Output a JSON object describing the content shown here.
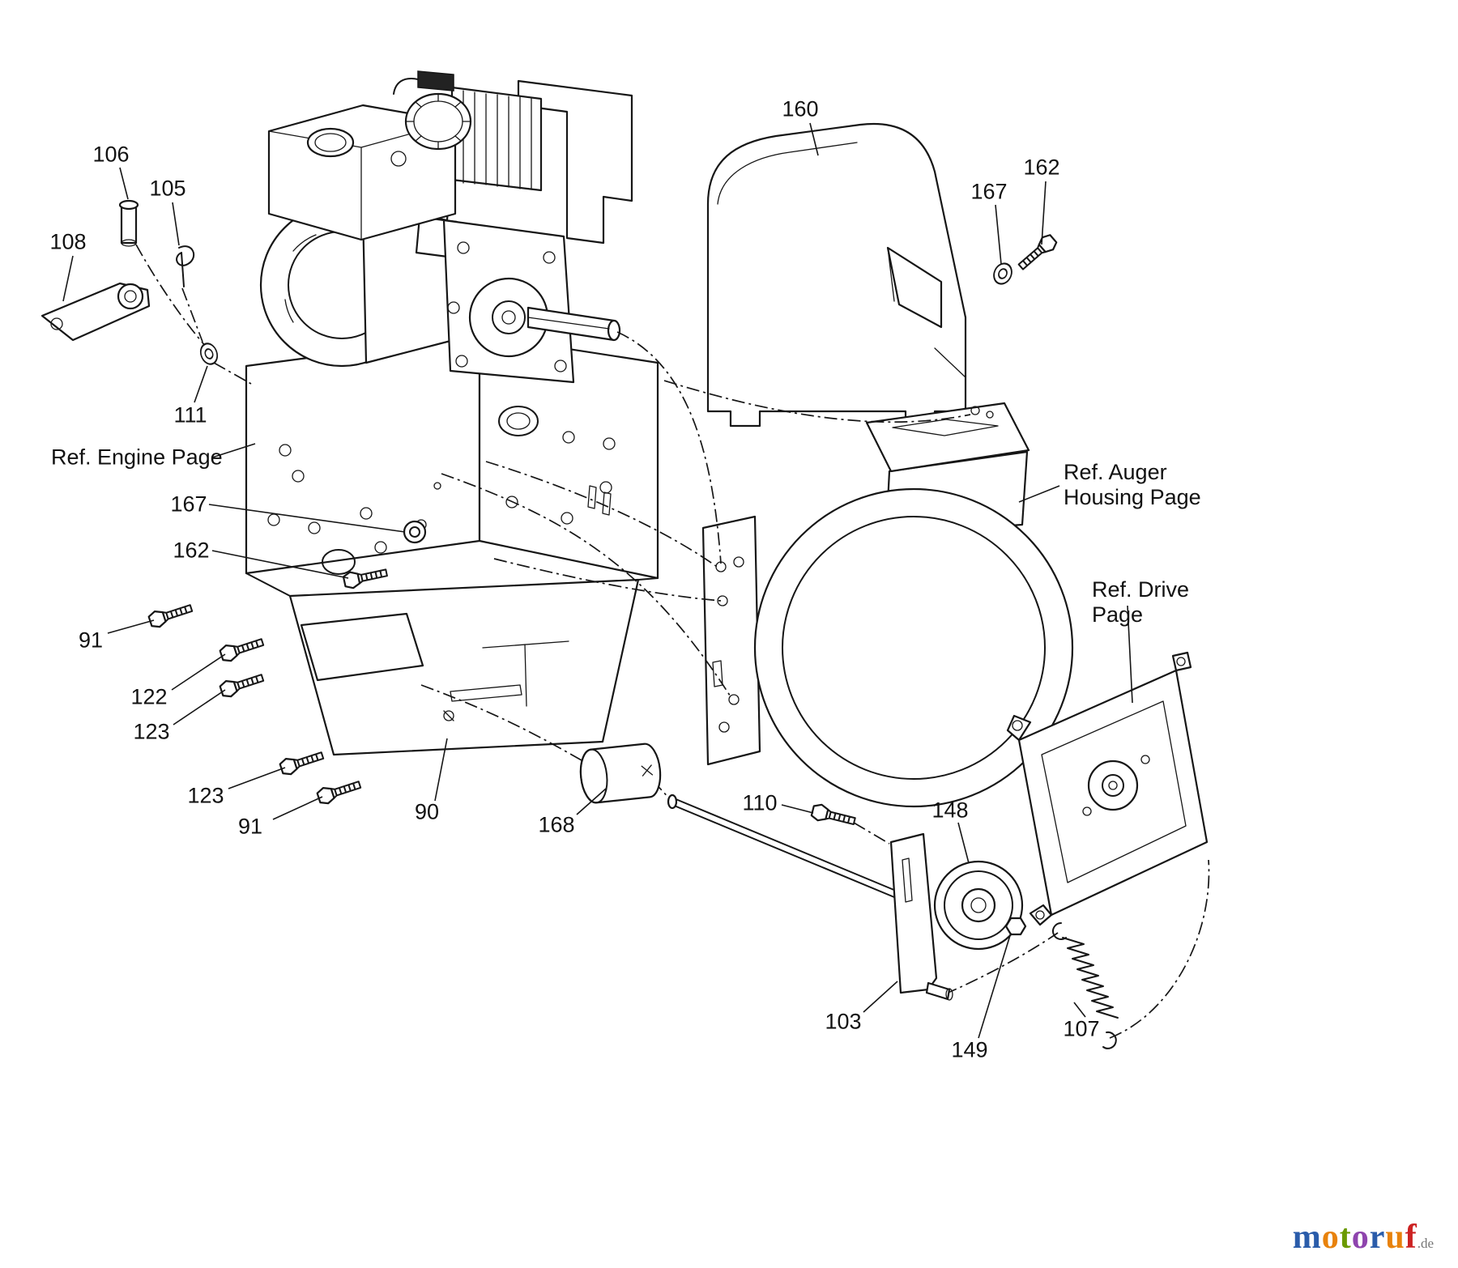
{
  "callouts": {
    "c106": "106",
    "c105": "105",
    "c108": "108",
    "c111": "111",
    "c167_left": "167",
    "c162_left": "162",
    "c91_upper": "91",
    "c122": "122",
    "c123_upper": "123",
    "c123_lower": "123",
    "c91_lower": "91",
    "c90": "90",
    "c168": "168",
    "c110": "110",
    "c148": "148",
    "c103": "103",
    "c149": "149",
    "c107": "107",
    "c160": "160",
    "c167_right": "167",
    "c162_right": "162"
  },
  "refs": {
    "engine": "Ref. Engine Page",
    "auger": "Ref. Auger\nHousing Page",
    "drive": "Ref. Drive\nPage"
  },
  "watermark": {
    "letters": [
      {
        "ch": "m",
        "css": "color:#2a5caa"
      },
      {
        "ch": "o",
        "css": "color:#e8820c"
      },
      {
        "ch": "t",
        "css": "color:#6b9a00"
      },
      {
        "ch": "o",
        "css": "color:#8e44ad"
      },
      {
        "ch": "r",
        "css": "color:#2a5caa"
      },
      {
        "ch": "u",
        "css": "color:#e8820c"
      },
      {
        "ch": "f",
        "css": "color:#cc2222"
      }
    ],
    "suffix": ".de"
  }
}
